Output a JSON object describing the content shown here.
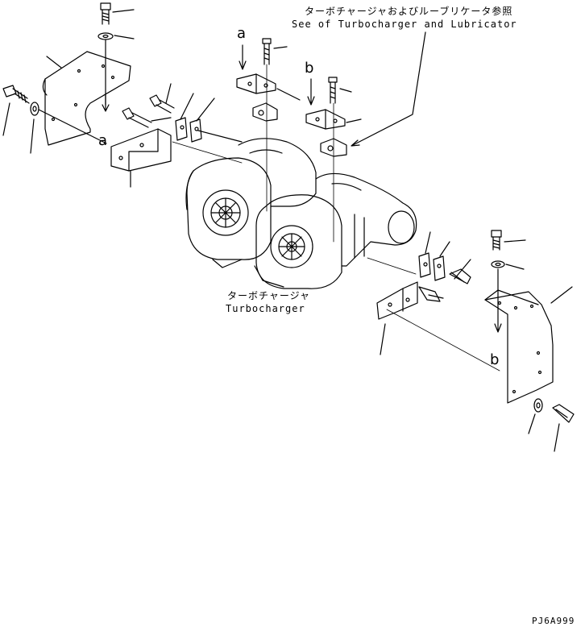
{
  "callouts": {
    "ref_jp": "ターボチャージャおよびルーブリケータ参照",
    "ref_en": "See of Turbocharger and Lubricator",
    "turbo_jp": "ターボチャージャ",
    "turbo_en": "Turbocharger"
  },
  "markers": {
    "a": "a",
    "b": "b"
  },
  "drawing_code": "PJ6A999"
}
